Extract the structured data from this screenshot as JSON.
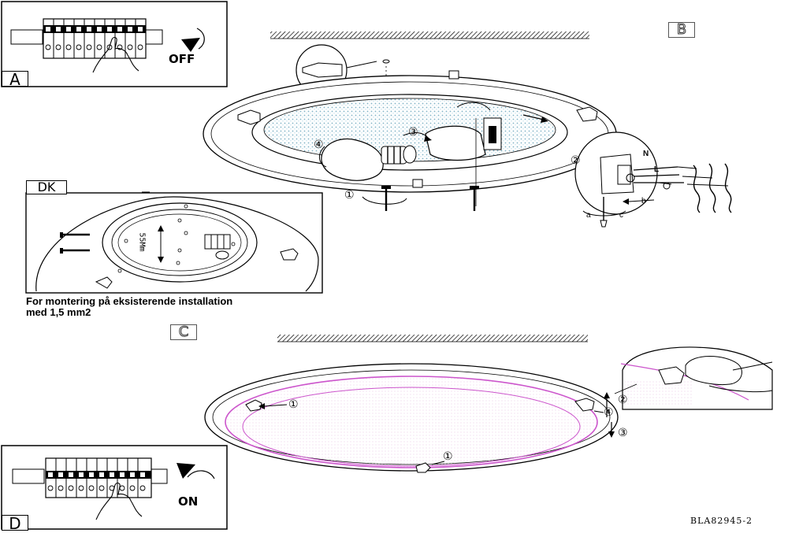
{
  "panels": {
    "a": {
      "letter": "A",
      "switch_state": "OFF"
    },
    "b": {
      "letter": "B"
    },
    "c": {
      "letter": "C"
    },
    "d": {
      "letter": "D",
      "switch_state": "ON"
    },
    "dk": {
      "letter": "DK",
      "dimension": "55Mm"
    }
  },
  "caption": {
    "line1": "For montering på eksisterende installation",
    "line2": "med 1,5 mm2"
  },
  "wire_labels": {
    "neutral": "N",
    "live": "L"
  },
  "step_labels": {
    "a": "a",
    "b": "b",
    "c": "c"
  },
  "step_numbers": [
    "①",
    "②",
    "③",
    "④"
  ],
  "doc_code": "BLA82945-2",
  "colors": {
    "lines": "#000000",
    "glass_dots": "#7fb2c6",
    "glass_ring": "#cc55cc"
  }
}
